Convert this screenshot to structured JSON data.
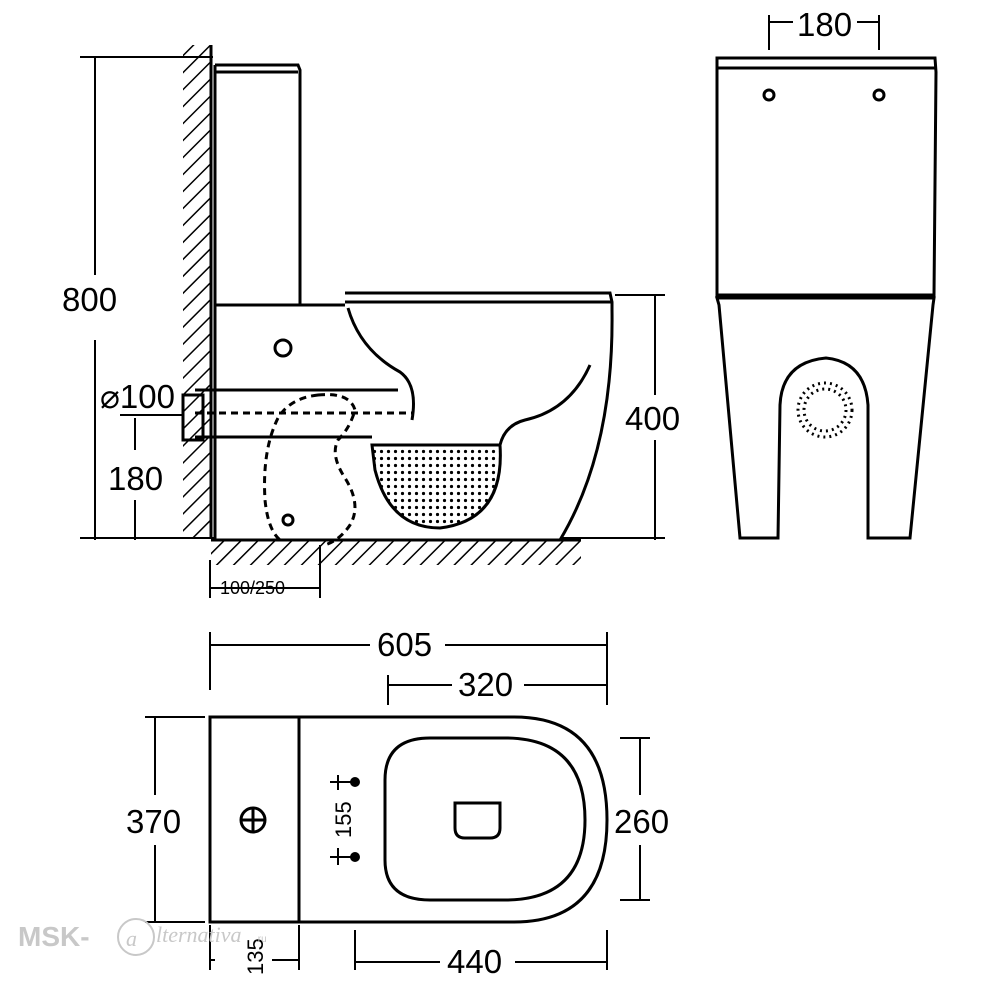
{
  "dimensions": {
    "total_height": "800",
    "tank_width": "180",
    "outlet_diameter": "⌀100",
    "outlet_height": "180",
    "bowl_height": "400",
    "outlet_offset": "100/250",
    "total_length": "605",
    "bowl_length_top": "320",
    "width": "370",
    "seat_width": "260",
    "fixing_spacing": "155",
    "tank_depth": "135",
    "bowl_length_bottom": "440"
  },
  "watermark": {
    "prefix": "MSK-",
    "letter": "a",
    "word": "lternativa",
    "suffix": ".ru"
  },
  "colors": {
    "line": "#000000",
    "background": "#ffffff",
    "watermark": "#c8c8c8"
  }
}
